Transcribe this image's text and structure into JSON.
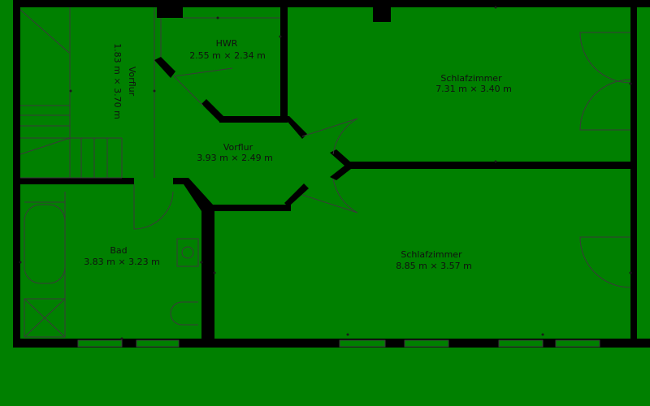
{
  "plan": {
    "background_color": "#008000",
    "wall_color": "#000000",
    "line_color": "#3a3a3a",
    "rooms": [
      {
        "id": "hwr",
        "name": "HWR",
        "dimensions": "2.55 m × 2.34 m"
      },
      {
        "id": "vorflur-left",
        "name": "Vorflur",
        "dimensions": "1.83 m × 3.70 m"
      },
      {
        "id": "vorflur-center",
        "name": "Vorflur",
        "dimensions": "3.93 m × 2.49 m"
      },
      {
        "id": "schlafzimmer-1",
        "name": "Schlafzimmer",
        "dimensions": "7.31 m × 3.40 m"
      },
      {
        "id": "schlafzimmer-2",
        "name": "Schlafzimmer",
        "dimensions": "8.85 m × 3.57 m"
      },
      {
        "id": "bad",
        "name": "Bad",
        "dimensions": "3.83 m × 3.23 m"
      }
    ]
  }
}
